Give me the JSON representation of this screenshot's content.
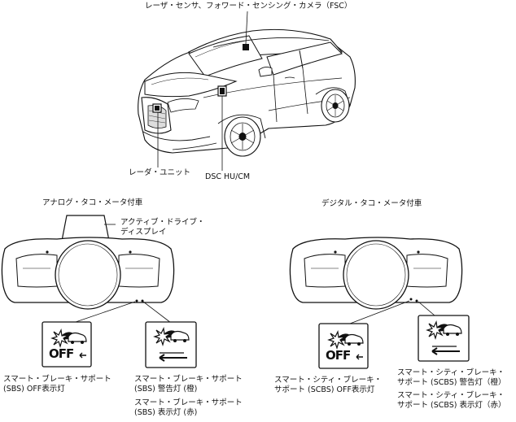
{
  "car": {
    "label_top": "レーザ・センサ、フォワード・センシング・カメラ（FSC）",
    "label_radar": "レーダ・ユニット",
    "label_dsc": "DSC HU/CM"
  },
  "analog": {
    "title": "アナログ・タコ・メータ付車",
    "hud_line1": "アクティブ・ドライブ・",
    "hud_line2": "ディスプレイ",
    "off_line1": "スマート・ブレーキ・サポート",
    "off_line2": "(SBS) OFF表示灯",
    "warn_line1": "スマート・ブレーキ・サポート",
    "warn_line2": "(SBS) 警告灯 (橙)",
    "ind_line1": "スマート・ブレーキ・サポート",
    "ind_line2": "(SBS) 表示灯 (赤)"
  },
  "digital": {
    "title": "デジタル・タコ・メータ付車",
    "off_line1": "スマート・シティ・ブレーキ・",
    "off_line2": "サポート (SCBS) OFF表示灯",
    "warn_line1": "スマート・シティ・ブレーキ・",
    "warn_line2": "サポート (SCBS) 警告灯（橙）",
    "ind_line1": "スマート・シティ・ブレーキ・",
    "ind_line2": "サポート (SCBS) 表示灯（赤）"
  },
  "icons": {
    "off_text": "OFF"
  }
}
